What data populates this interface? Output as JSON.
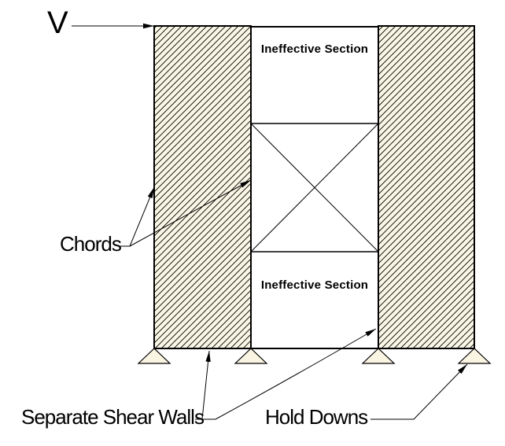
{
  "figure": {
    "force_label": "V",
    "sections": {
      "ineffective_top": "Ineffective Section",
      "ineffective_bottom": "Ineffective Section"
    },
    "callouts": {
      "chords": "Chords",
      "separate_shear_walls": "Separate Shear Walls",
      "hold_downs": "Hold Downs"
    },
    "colors": {
      "wall_fill": "#FAF6E5",
      "support_fill": "#FAF5E2",
      "line": "#000000",
      "background": "#FFFFFF"
    }
  }
}
